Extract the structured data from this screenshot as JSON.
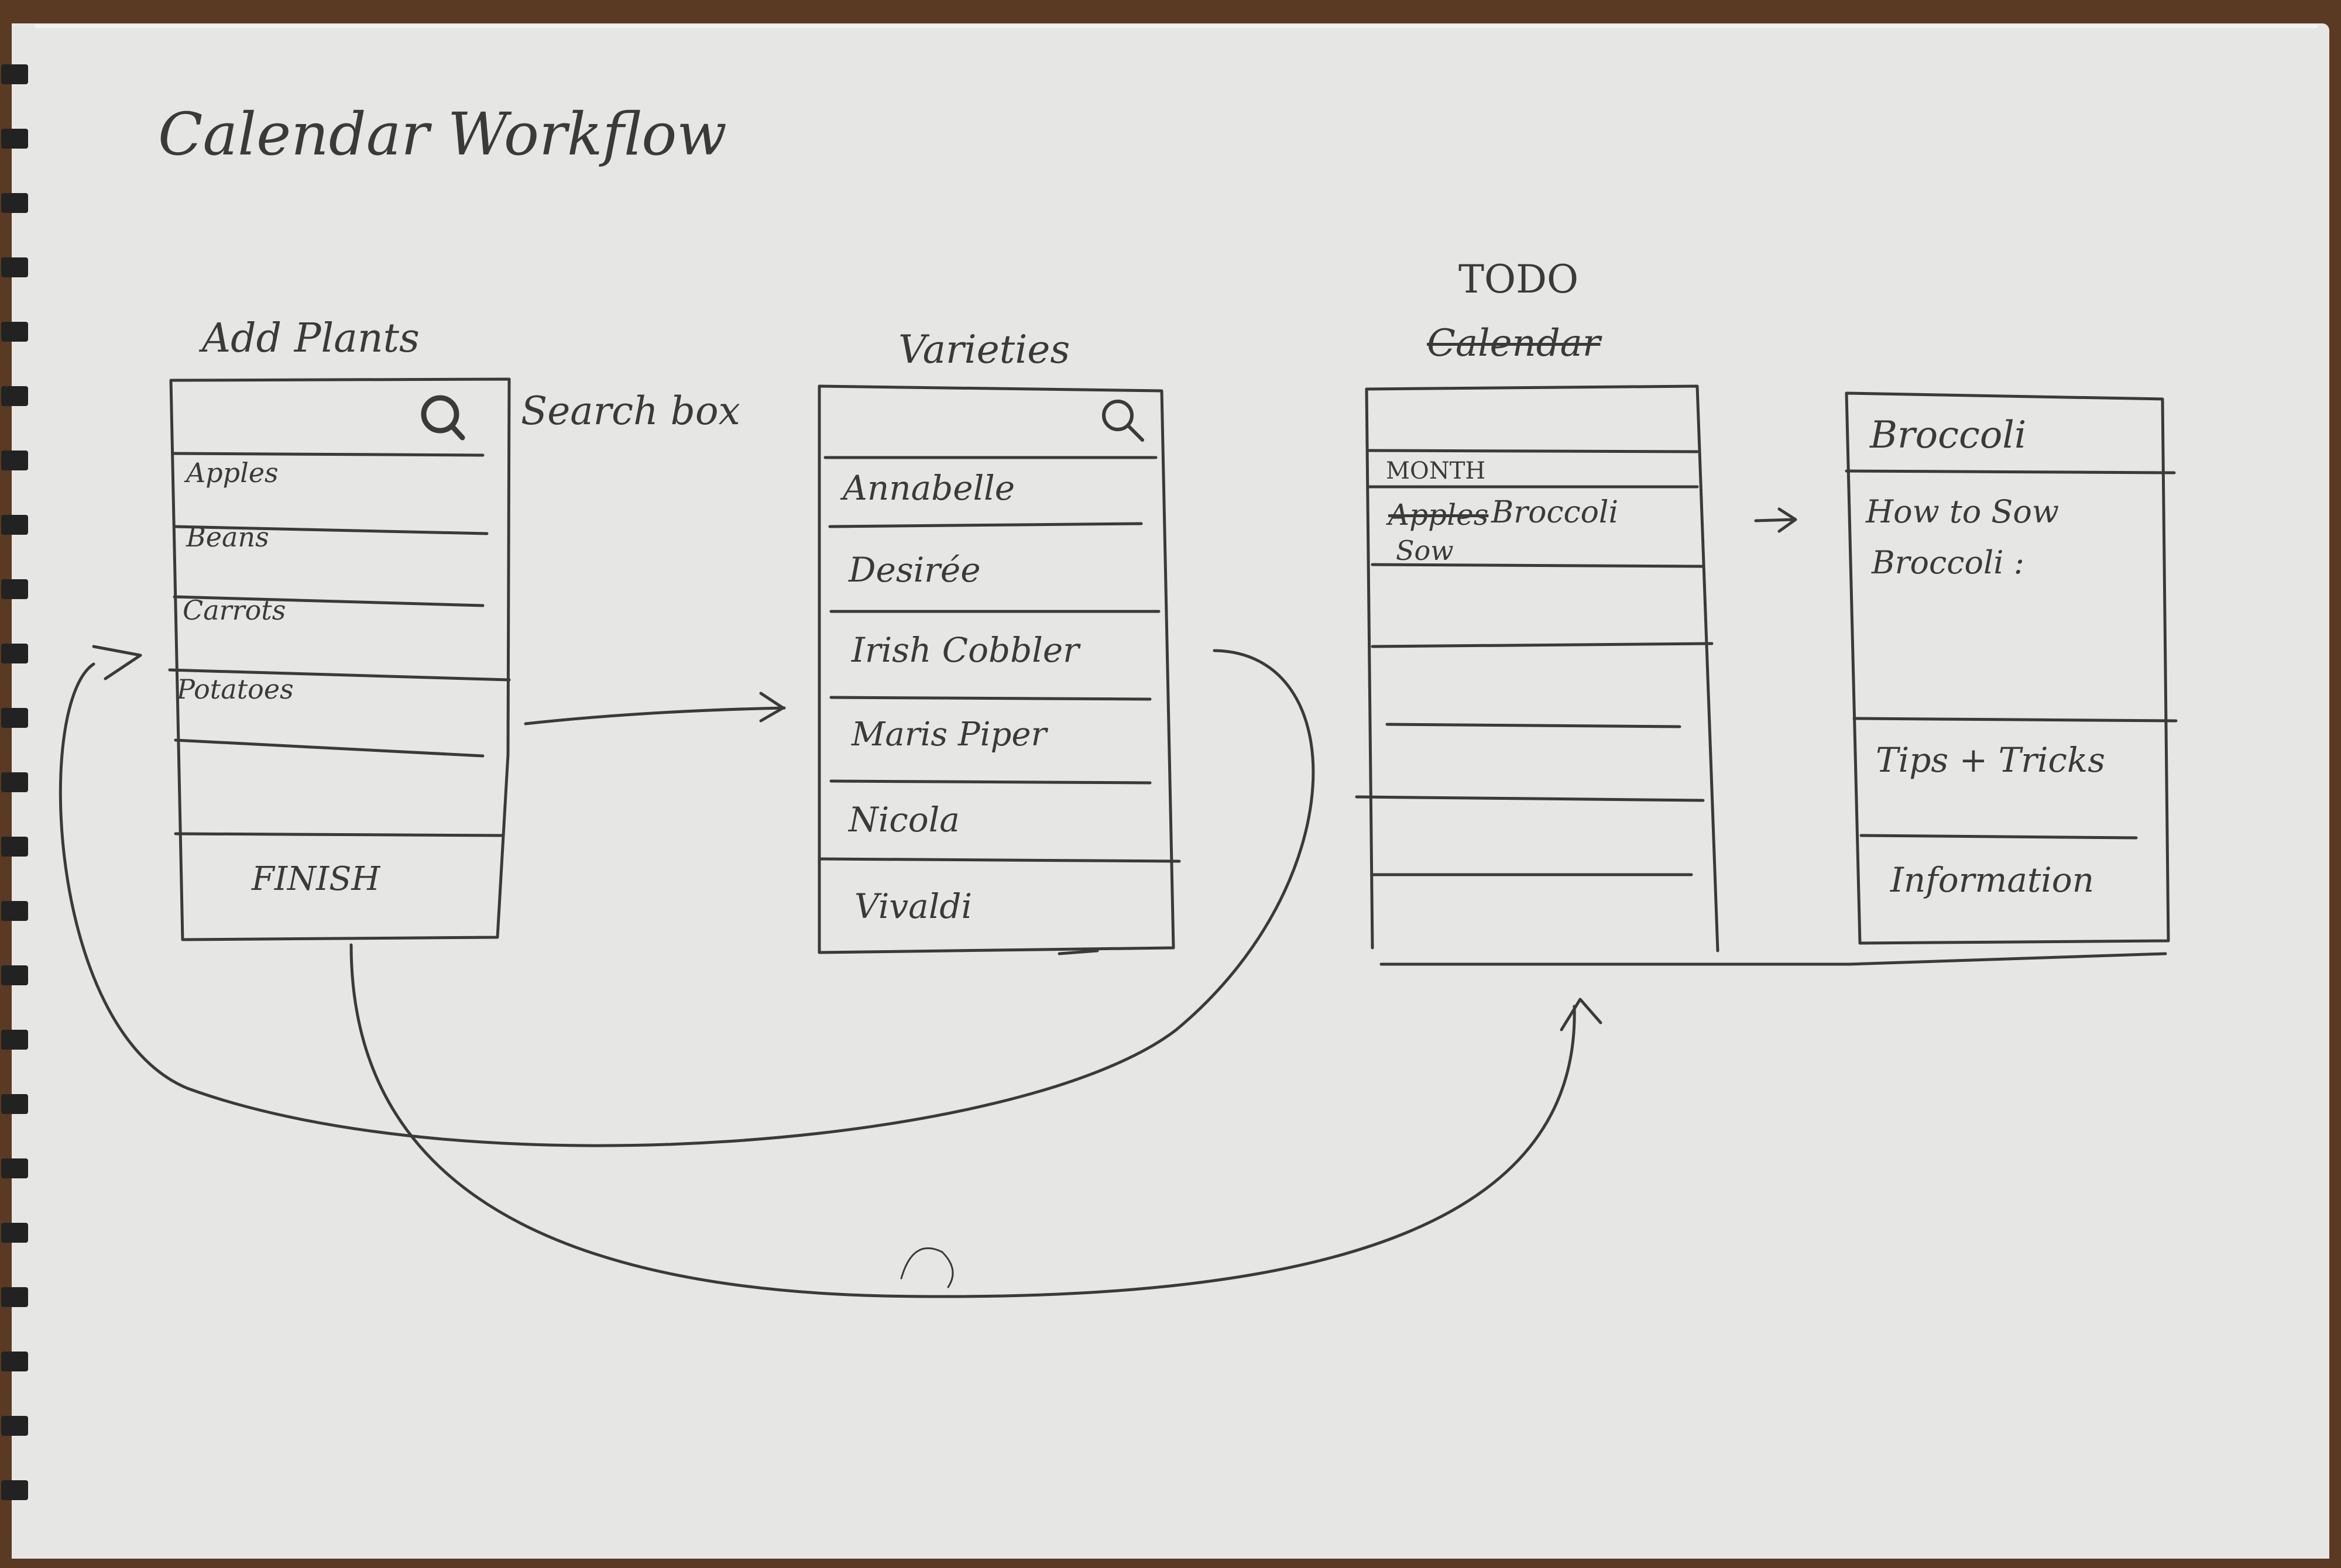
{
  "diagram": {
    "title": "Calendar Workflow",
    "search_annotation": "Search box",
    "add_plants": {
      "heading": "Add Plants",
      "search_icon": "search-icon",
      "items": [
        "Apples",
        "Beans",
        "Carrots",
        "Potatoes"
      ],
      "finish_label": "FINISH"
    },
    "varieties": {
      "heading": "Varieties",
      "search_icon": "search-icon",
      "items": [
        "Annabelle",
        "Desirée",
        "Irish Cobbler",
        "Maris Piper",
        "Nicola",
        "Vivaldi"
      ]
    },
    "todo": {
      "heading": "TODO",
      "struck_heading": "Calendar",
      "month_label": "MONTH",
      "struck_item": "Apples",
      "item": "Broccoli",
      "item_action": "Sow"
    },
    "detail": {
      "title": "Broccoli",
      "how_to": "How to Sow",
      "how_to_line2": "Broccoli :",
      "tips": "Tips + Tricks",
      "information": "Information"
    },
    "colors": {
      "paper": "#e6e6e4",
      "ink": "#3a3a3a",
      "background": "#5a3a22"
    }
  }
}
